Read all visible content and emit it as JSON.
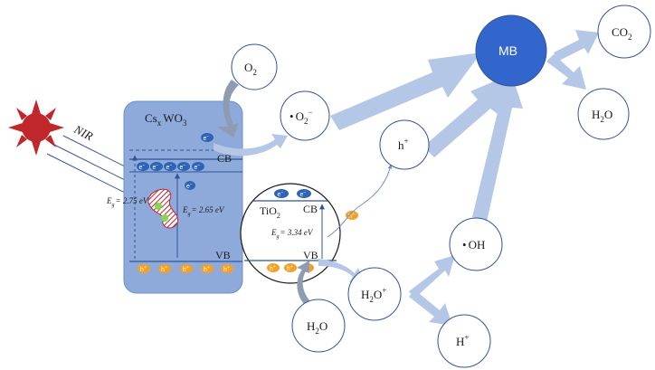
{
  "light": {
    "label": "NIR",
    "sun_color": "#c0272d"
  },
  "cswo3": {
    "label_main": "Cs",
    "label_sub_x": "x",
    "label_main2": "WO",
    "label_sub_3": "3",
    "cb_label": "CB",
    "vb_label": "VB",
    "eg_main": "E",
    "eg_sub": "g",
    "eg_value": "= 2.65 eV",
    "eg_ext_main": "E",
    "eg_ext_sub": "g",
    "eg_ext_value": "= 2.75 eV",
    "box_color": "#8eaadb"
  },
  "tio2": {
    "label_main": "TiO",
    "label_sub": "2",
    "cb_label": "CB",
    "vb_label": "VB",
    "eg_main": "E",
    "eg_sub": "g",
    "eg_value": "= 3.34 eV"
  },
  "carriers": {
    "electron": "e",
    "electron_sup": "−",
    "hole": "h",
    "hole_sup": "+",
    "electron_color": "#2e63b8",
    "hole_color": "#f4a024"
  },
  "species": {
    "o2": {
      "main": "O",
      "sub": "2"
    },
    "superoxide": {
      "dot": "•",
      "main": "O",
      "sub": "2",
      "sup": "−"
    },
    "hplus_hole": {
      "main": "h",
      "sup": "+"
    },
    "mb": {
      "label": "MB",
      "color": "#3366cc"
    },
    "co2": {
      "main": "CO",
      "sub": "2"
    },
    "h2o_product": {
      "main": "H",
      "sub": "2",
      "main2": "O"
    },
    "hydroxyl": {
      "dot": "•",
      "main": "OH"
    },
    "h2o_plus": {
      "main": "H",
      "sub": "2",
      "main2": "O",
      "sup": "+"
    },
    "h_plus": {
      "main": "H",
      "sup": "+"
    },
    "h2o_bottom": {
      "main": "H",
      "sub": "2",
      "main2": "O"
    }
  },
  "colors": {
    "arrow": "#b4c7e7",
    "circle_stroke": "#2f5597",
    "band_line": "#2f5597"
  }
}
